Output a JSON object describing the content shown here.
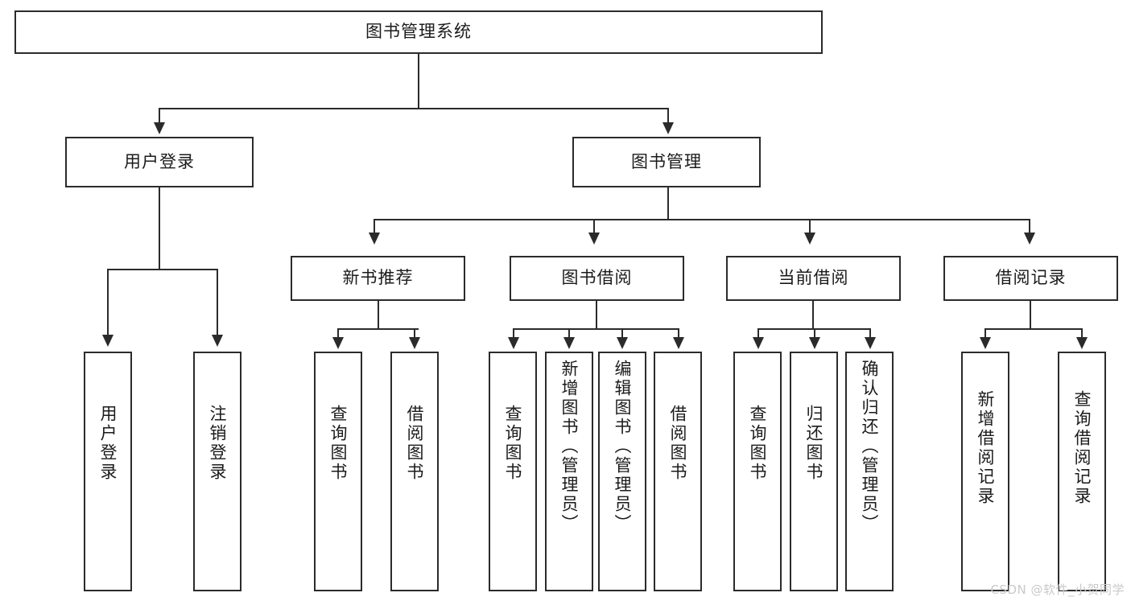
{
  "diagram": {
    "type": "tree",
    "title": "图书管理系统",
    "watermark": "CSDN @软件_小贺同学",
    "colors": {
      "stroke": "#2b2b2b",
      "fill": "#ffffff",
      "text": "#1b1b1b",
      "watermark": "#c9c9c9"
    },
    "root": {
      "label": "图书管理系统"
    },
    "level1": [
      {
        "label": "用户登录"
      },
      {
        "label": "图书管理"
      }
    ],
    "level2": [
      {
        "label": "新书推荐"
      },
      {
        "label": "图书借阅"
      },
      {
        "label": "当前借阅"
      },
      {
        "label": "借阅记录"
      }
    ],
    "leaves": {
      "user_login": [
        {
          "label": "用户登录"
        },
        {
          "label": "注销登录"
        }
      ],
      "new_book": [
        {
          "label": "查询图书"
        },
        {
          "label": "借阅图书"
        }
      ],
      "borrow": [
        {
          "label": "查询图书"
        },
        {
          "label": "新增图书（管理员）"
        },
        {
          "label": "编辑图书（管理员）"
        },
        {
          "label": "借阅图书"
        }
      ],
      "current": [
        {
          "label": "查询图书"
        },
        {
          "label": "归还图书"
        },
        {
          "label": "确认归还（管理员）"
        }
      ],
      "records": [
        {
          "label": "新增借阅记录"
        },
        {
          "label": "查询借阅记录"
        }
      ]
    }
  }
}
